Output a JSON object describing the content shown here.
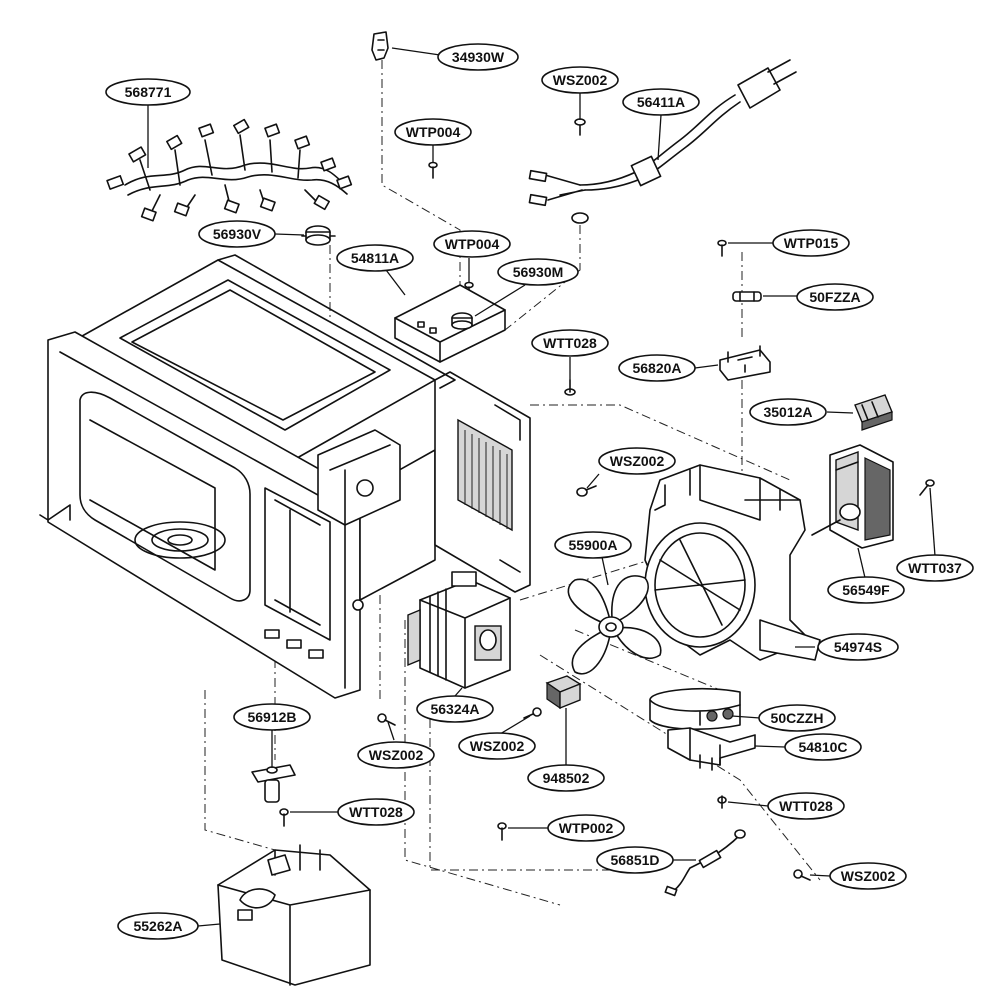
{
  "part_labels": {
    "harness": "568771",
    "latch": "34930W",
    "screw_wsz_top": "WSZ002",
    "power_cord": "56411A",
    "screw_wtp_top": "WTP004",
    "thermostat_top": "56930V",
    "bracket_54811": "54811A",
    "screw_wtp_bracket": "WTP004",
    "thermostat_bracket": "56930M",
    "screw_wtp015": "WTP015",
    "fuse": "50FZZA",
    "screw_wtt_mid": "WTT028",
    "fuse_holder": "56820A",
    "block_35012": "35012A",
    "screw_wsz_mid": "WSZ002",
    "fan_blade": "55900A",
    "motor_56549": "56549F",
    "screw_wtt037": "WTT037",
    "fan_duct": "54974S",
    "magnetron": "56324A",
    "capacitor": "50CZZH",
    "cap_bracket": "54810C",
    "sensor_948502": "948502",
    "screw_wsz_left": "WSZ002",
    "screw_wsz_center": "WSZ002",
    "lamp_socket": "56912B",
    "screw_wtt_left": "WTT028",
    "screw_wtt_right": "WTT028",
    "screw_wtp002": "WTP002",
    "diode": "56851D",
    "screw_wsz_bottom": "WSZ002",
    "base_cover": "55262A"
  }
}
